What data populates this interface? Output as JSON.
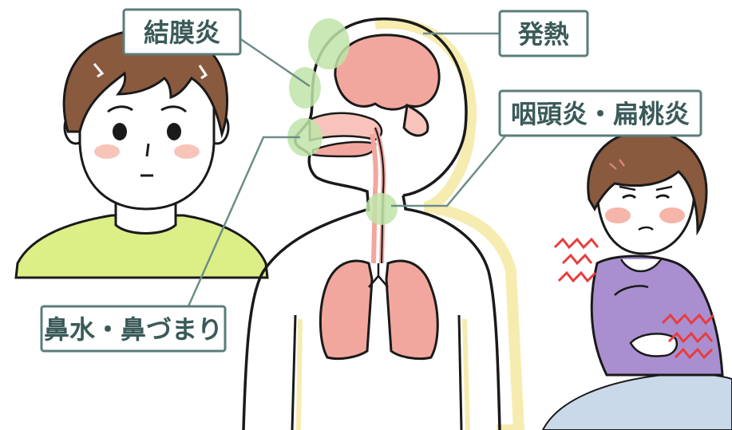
{
  "labels": {
    "conjunctivitis": "結膜炎",
    "fever": "発熱",
    "pharyngitis_tonsillitis": "咽頭炎・扁桃炎",
    "runny_stuffy_nose": "鼻水・鼻づまり"
  },
  "colors": {
    "label_border": "#5a7d79",
    "label_text": "#3a5a58",
    "leader_line": "#6d8d89",
    "outline": "#1a1a1a",
    "organ_pink": "#f2a79e",
    "organ_pink_light": "#f7c3bb",
    "inflammation_green": "#bfe4a8",
    "shirt_yellow": "#dcee86",
    "body_shadow_yellow": "#f6ecb0",
    "sweater_purple": "#a98fd0",
    "hair_brown": "#8a5a3f",
    "shiver_red": "#e83c3c",
    "cheek_blush": "#f5b5a8",
    "blanket_blue": "#c9d9ea"
  },
  "icons": {
    "shiver_marks": "zigzag-shiver-icon"
  }
}
